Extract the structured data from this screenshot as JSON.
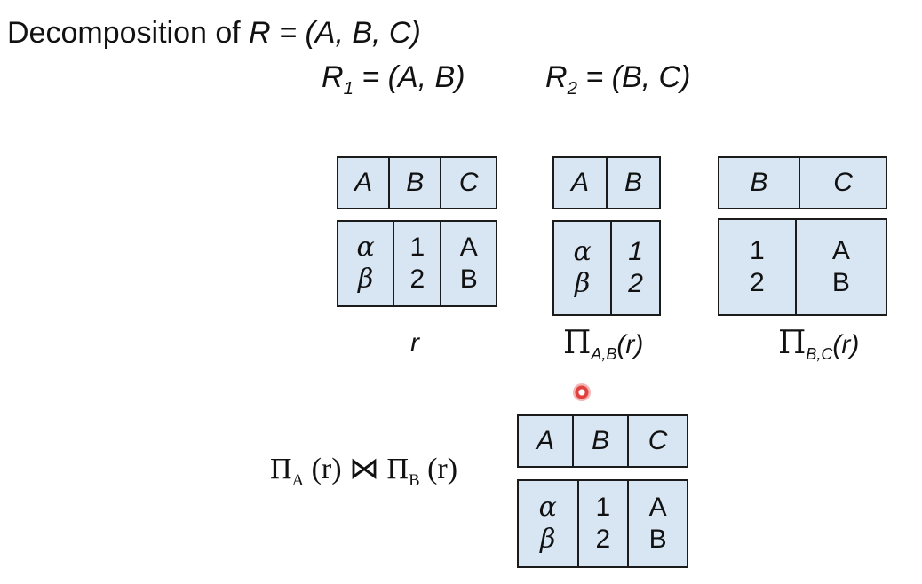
{
  "header": {
    "line1_prefix": "Decomposition of ",
    "line1_math": "R = (A, B, C)",
    "r1_name": "R",
    "r1_sub": "1",
    "r1_rest": " = (A, B)",
    "r2_name": "R",
    "r2_sub": "2",
    "r2_rest": " = (B, C)"
  },
  "relations": {
    "r": {
      "headers": [
        "A",
        "B",
        "C"
      ],
      "columns": [
        [
          "α",
          "β"
        ],
        [
          "1",
          "2"
        ],
        [
          "A",
          "B"
        ]
      ],
      "caption": "r"
    },
    "pi_ab": {
      "headers": [
        "A",
        "B"
      ],
      "columns": [
        [
          "α",
          "β"
        ],
        [
          "1",
          "2"
        ]
      ],
      "caption_pi": "Π",
      "caption_sub": "A,B",
      "caption_arg": "(r)"
    },
    "pi_bc": {
      "headers": [
        "B",
        "C"
      ],
      "columns": [
        [
          "1",
          "2"
        ],
        [
          "A",
          "B"
        ]
      ],
      "caption_pi": "Π",
      "caption_sub": "B,C",
      "caption_arg": "(r)"
    },
    "join": {
      "headers": [
        "A",
        "B",
        "C"
      ],
      "columns": [
        [
          "α",
          "β"
        ],
        [
          "1",
          "2"
        ],
        [
          "A",
          "B"
        ]
      ]
    }
  },
  "join_expr": {
    "pi1": "Π",
    "sub1": "A",
    "arg1": " (r) ",
    "op": "⋈",
    "pi2": " Π",
    "sub2": "B",
    "arg2": " (r)"
  }
}
